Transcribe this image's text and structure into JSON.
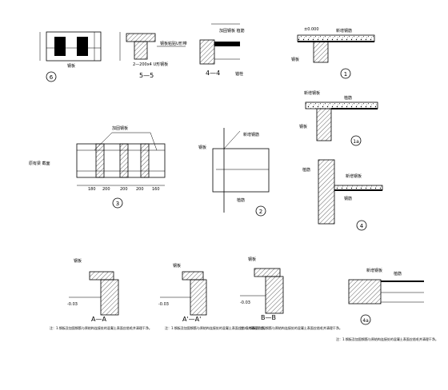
{
  "sheet": {
    "background": "#ffffff",
    "ink": "#000000"
  },
  "sections": {
    "s5_label": "5—5",
    "s4_label": "4—4",
    "s_a_label": "A—A",
    "s_a2_label": "A'—A'",
    "s_b_label": "B—B",
    "detail_plate_note": "2—200x4 U形钢板",
    "detail_4_dims": [
      "180",
      "200",
      "200",
      "200",
      "160"
    ],
    "detail_1_elev": "±0.000"
  },
  "detail_markers": [
    "6",
    "1",
    "1a",
    "4",
    "3",
    "2",
    "4a"
  ],
  "notes": {
    "note_1": "注：1.钢板及加固钢筋与原结构连接处的混凝土表面应凿毛并清理干净。",
    "note_2": "注：1.钢板及加固钢筋与原结构连接处的混凝土表面应凿毛并清理干净。",
    "note_3": "注：1.钢板及加固钢筋与原结构连接处的混凝土表面应凿毛并清理干净。",
    "note_4": "注：1.钢板及加固钢筋与原结构连接处的混凝土表面应凿毛并清理干净。"
  }
}
